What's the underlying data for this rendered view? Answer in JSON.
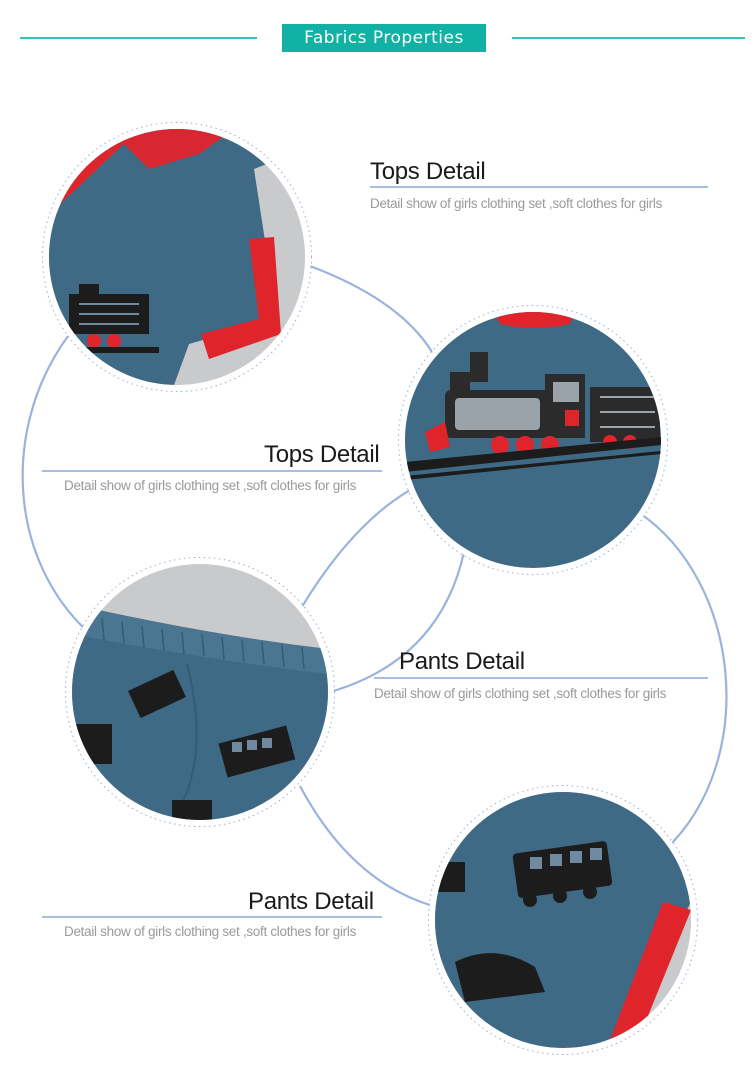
{
  "header": {
    "title": "Fabrics Properties",
    "accent_color": "#12b1a5",
    "line_color": "#2fc2c0"
  },
  "details": [
    {
      "title": "Tops Detail",
      "subtitle": "Detail show of girls clothing set  ,soft clothes for girls"
    },
    {
      "title": "Tops Detail",
      "subtitle": "Detail show of girls clothing set  ,soft clothes for girls"
    },
    {
      "title": "Pants Detail",
      "subtitle": "Detail show of girls clothing set  ,soft clothes for girls"
    },
    {
      "title": "Pants Detail",
      "subtitle": "Detail show of girls clothing set  ,soft clothes for girls"
    }
  ],
  "photos": [
    {
      "subject": "sleeve-with-red-trim"
    },
    {
      "subject": "train-print-on-shirt"
    },
    {
      "subject": "pants-waistband-with-trains"
    },
    {
      "subject": "pants-hem-with-red-trim"
    }
  ],
  "colors": {
    "fabric": "#3f6a85",
    "trim": "#e0242c",
    "print": "#1c1c1c",
    "connector": "#9ab3dd",
    "dotted_ring": "#9fb6dc",
    "backdrop": "#c9cacc"
  }
}
